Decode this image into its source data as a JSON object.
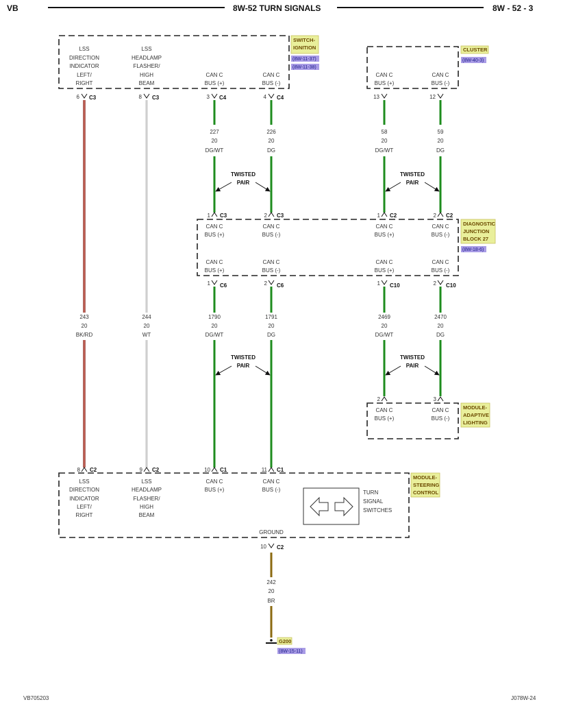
{
  "header": {
    "left": "VB",
    "title": "8W-52 TURN SIGNALS",
    "right": "8W - 52 - 3"
  },
  "footer": {
    "left": "VB705203",
    "right": "J078W-24"
  },
  "colors": {
    "green": "#1e8c1e",
    "red": "#b5473a",
    "white": "#d8d8d8",
    "brown": "#8b6a10",
    "label_bg": "#e9ef9b",
    "ref_bg": "#a99ce6",
    "box": "#222222"
  },
  "components": {
    "switch_ignition": {
      "tag_lines": [
        "SWITCH-",
        "IGNITION"
      ],
      "refs": [
        "(8W-11-37)",
        "(8W-11-38)"
      ],
      "pins": [
        [
          "LSS",
          "DIRECTION",
          "INDICATOR",
          "LEFT/",
          "RIGHT"
        ],
        [
          "LSS",
          "HEADLAMP",
          "FLASHER/",
          "HIGH",
          "BEAM"
        ],
        [
          "CAN C",
          "BUS (+)"
        ],
        [
          "CAN C",
          "BUS (-)"
        ]
      ]
    },
    "cluster": {
      "tag_lines": [
        "CLUSTER"
      ],
      "refs": [
        "(8W-40-3)"
      ],
      "pins": [
        [
          "CAN C",
          "BUS (+)"
        ],
        [
          "CAN C",
          "BUS (-)"
        ]
      ]
    },
    "djb": {
      "tag_lines": [
        "DIAGNOSTIC",
        "JUNCTION",
        "BLOCK 27"
      ],
      "refs": [
        "(8W-18-6)"
      ],
      "top_pins": [
        [
          "CAN C",
          "BUS (+)"
        ],
        [
          "CAN C",
          "BUS (-)"
        ],
        [
          "CAN C",
          "BUS (+)"
        ],
        [
          "CAN C",
          "BUS (-)"
        ]
      ],
      "bottom_pins": [
        [
          "CAN C",
          "BUS (+)"
        ],
        [
          "CAN C",
          "BUS (-)"
        ],
        [
          "CAN C",
          "BUS (+)"
        ],
        [
          "CAN C",
          "BUS (-)"
        ]
      ]
    },
    "adaptive_lighting": {
      "tag_lines": [
        "MODULE-",
        "ADAPTIVE",
        "LIGHTING"
      ],
      "pins": [
        [
          "CAN C",
          "BUS (+)"
        ],
        [
          "CAN C",
          "BUS (-)"
        ]
      ]
    },
    "steering_control": {
      "tag_lines": [
        "MODULE-",
        "STEERING",
        "CONTROL"
      ],
      "pins": [
        [
          "LSS",
          "DIRECTION",
          "INDICATOR",
          "LEFT/",
          "RIGHT"
        ],
        [
          "LSS",
          "HEADLAMP",
          "FLASHER/",
          "HIGH",
          "BEAM"
        ],
        [
          "CAN C",
          "BUS (+)"
        ],
        [
          "CAN C",
          "BUS (-)"
        ]
      ],
      "switch_label": [
        "TURN",
        "SIGNAL",
        "SWITCHES"
      ],
      "ground_label": "GROUND"
    },
    "ground": {
      "tag": "G200",
      "ref": "(8W-15-11)"
    }
  },
  "connectors": {
    "c3_6": {
      "pin": "6",
      "name": "C3"
    },
    "c3_8": {
      "pin": "8",
      "name": "C3"
    },
    "c4_3": {
      "pin": "3",
      "name": "C4"
    },
    "c4_4": {
      "pin": "4",
      "name": "C4"
    },
    "cl_13": {
      "pin": "13",
      "name": ""
    },
    "cl_12": {
      "pin": "12",
      "name": ""
    },
    "djb_c3_1": {
      "pin": "1",
      "name": "C3"
    },
    "djb_c3_2": {
      "pin": "2",
      "name": "C3"
    },
    "djb_c2_1": {
      "pin": "1",
      "name": "C2"
    },
    "djb_c2_2": {
      "pin": "2",
      "name": "C2"
    },
    "djb_c6_1": {
      "pin": "1",
      "name": "C6"
    },
    "djb_c6_2": {
      "pin": "2",
      "name": "C6"
    },
    "djb_c10_1": {
      "pin": "1",
      "name": "C10"
    },
    "djb_c10_2": {
      "pin": "2",
      "name": "C10"
    },
    "al_2": {
      "pin": "2",
      "name": ""
    },
    "al_3": {
      "pin": "3",
      "name": ""
    },
    "sc_c2_8": {
      "pin": "8",
      "name": "C2"
    },
    "sc_c2_9": {
      "pin": "9",
      "name": "C2"
    },
    "sc_c1_10": {
      "pin": "10",
      "name": "C1"
    },
    "sc_c1_11": {
      "pin": "11",
      "name": "C1"
    },
    "sc_c2_10": {
      "pin": "10",
      "name": "C2"
    }
  },
  "wires": {
    "w227": [
      "227",
      "20",
      "DG/WT"
    ],
    "w226": [
      "226",
      "20",
      "DG"
    ],
    "w58": [
      "58",
      "20",
      "DG/WT"
    ],
    "w59": [
      "59",
      "20",
      "DG"
    ],
    "w243": [
      "243",
      "20",
      "BK/RD"
    ],
    "w244": [
      "244",
      "20",
      "WT"
    ],
    "w1790": [
      "1790",
      "20",
      "DG/WT"
    ],
    "w1791": [
      "1791",
      "20",
      "DG"
    ],
    "w2469": [
      "2469",
      "20",
      "DG/WT"
    ],
    "w2470": [
      "2470",
      "20",
      "DG"
    ],
    "w242": [
      "242",
      "20",
      "BR"
    ]
  },
  "twisted_pair": [
    "TWISTED",
    "PAIR"
  ]
}
